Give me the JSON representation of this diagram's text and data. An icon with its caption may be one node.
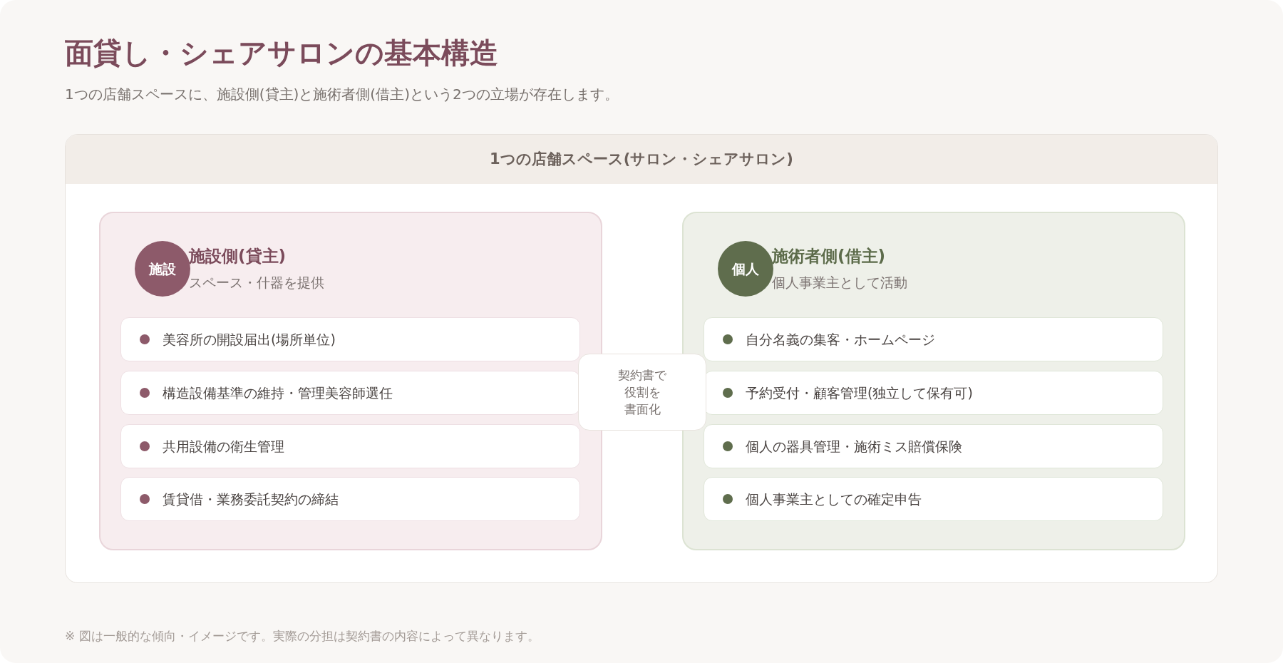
{
  "diagram": {
    "title": "面貸し・シェアサロンの基本構造",
    "nodes": [
      {
        "text": [
          "1つの店舗スペース(サロン・シェアサロン)"
        ]
      },
      {
        "text": [
          "施設側(貸主)",
          "スペース・什器を提供"
        ],
        "in": 0
      },
      {
        "text": [
          "施設"
        ],
        "in": 1
      },
      {
        "text": [
          "美容所の開設届出(場所単位)"
        ],
        "in": 1
      },
      {
        "text": [
          "構造設備基準の維持・管理美容師選任"
        ],
        "in": 1
      },
      {
        "text": [
          "共用設備の衛生管理"
        ],
        "in": 1
      },
      {
        "text": [
          "賃貸借・業務委託契約の締結"
        ],
        "in": 1
      },
      {
        "text": [
          "契約書で役割を書面化"
        ],
        "in": 0
      },
      {
        "text": [
          "施術者側(借主)",
          "個人事業主として活動"
        ],
        "in": 0
      },
      {
        "text": [
          "個人"
        ],
        "in": 8
      },
      {
        "text": [
          "自分名義の集客・ホームページ"
        ],
        "in": 8
      },
      {
        "text": [
          "予約受付・顧客管理(独立して保有可)"
        ],
        "in": 8
      },
      {
        "text": [
          "個人の器具管理・施術ミス賠償保険"
        ],
        "in": 8
      },
      {
        "text": [
          "個人事業主としての確定申告"
        ],
        "in": 8
      }
    ],
    "labels": [
      "1つの店舗スペースに、施設側(貸主)と施術者側(借主)という2つの立場が存在します。",
      "※ 図は一般的な傾向・イメージです。実際の分担は契約書の内容によって異なります。"
    ]
  }
}
